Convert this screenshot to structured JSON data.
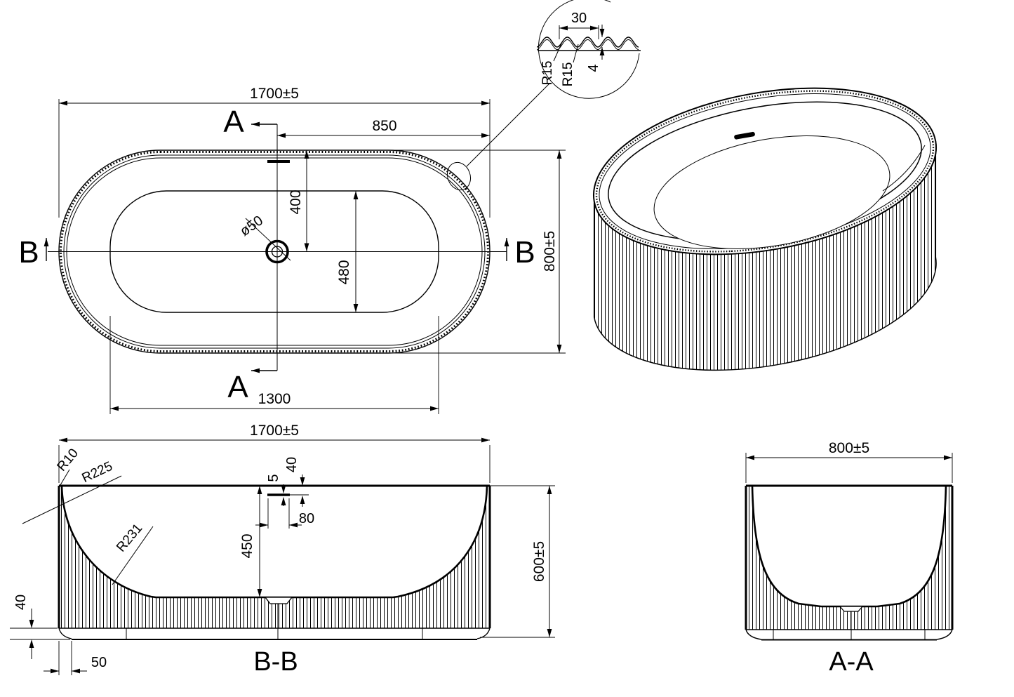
{
  "drawing": {
    "title": "freestanding-fluted-bathtub-technical-drawing",
    "ink": "#000000",
    "paper": "#ffffff",
    "plan": {
      "dim_overall_length": "1700±5",
      "dim_center_to_end": "850",
      "dim_center_to_side": "400",
      "dim_floor_width": "480",
      "dim_floor_length": "1300",
      "dim_overall_width": "800±5",
      "dim_drain": "ø50",
      "marker_a": "A",
      "marker_b": "B"
    },
    "detail": {
      "dim_pitch": "30",
      "dim_depth": "4",
      "dim_radius_1": "R15",
      "dim_radius_2": "R15"
    },
    "section_bb": {
      "label": "B-B",
      "dim_overall_length": "1700±5",
      "dim_overall_height": "600±5",
      "dim_inner_depth": "450",
      "dim_overflow_height": "5",
      "dim_overflow_drop": "40",
      "dim_overflow_width": "80",
      "dim_base_height": "40",
      "dim_base_inset": "50",
      "dim_radius_rim": "R10",
      "dim_radius_wall": "R225",
      "dim_radius_bowl": "R231"
    },
    "section_aa": {
      "label": "A-A",
      "dim_overall_width": "800±5"
    }
  }
}
